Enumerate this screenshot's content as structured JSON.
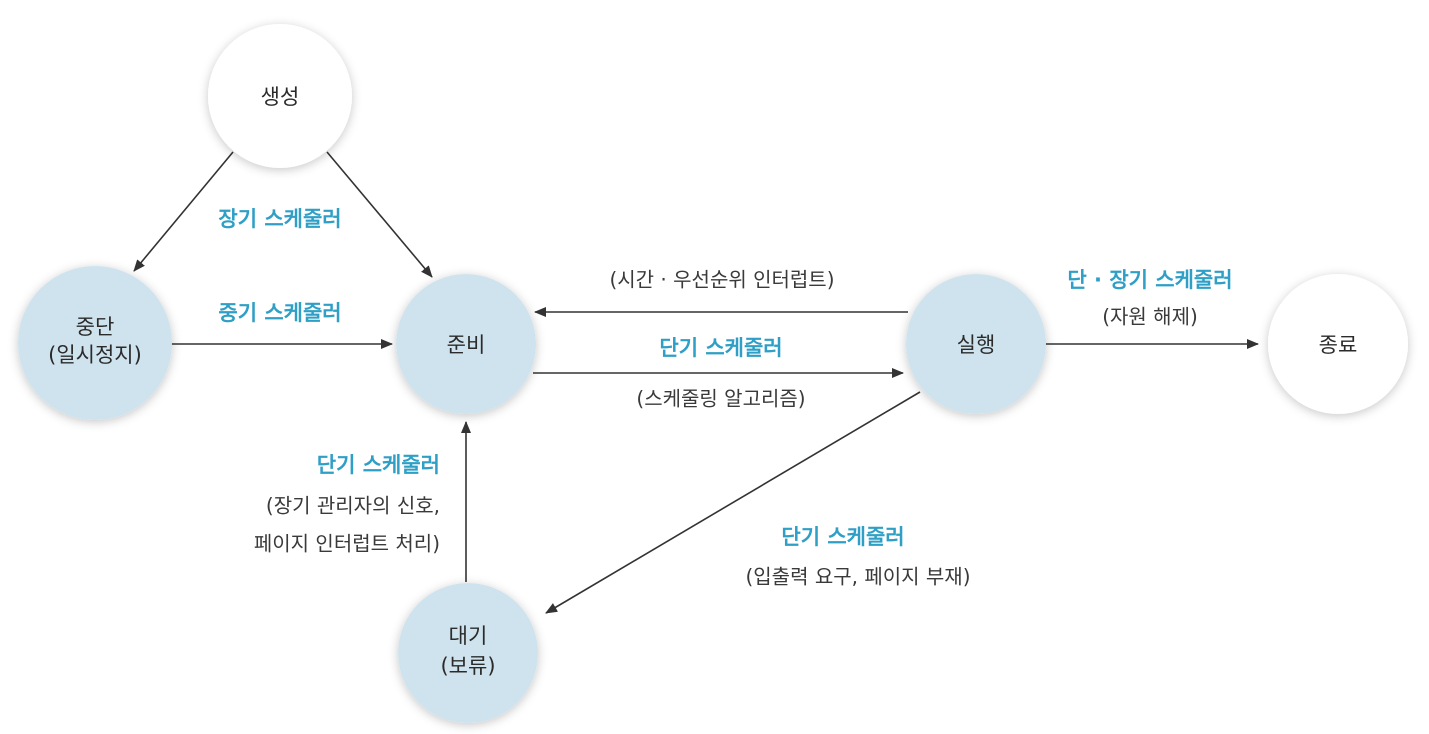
{
  "colors": {
    "accent": "#2f9fc6",
    "state_fill": "#cfe3ee",
    "state_white": "#ffffff",
    "line": "#333333",
    "text": "#2b2b2b"
  },
  "states": {
    "create": {
      "label": "생성"
    },
    "suspend": {
      "line1": "중단",
      "line2": "(일시정지)"
    },
    "ready": {
      "label": "준비"
    },
    "running": {
      "label": "실행"
    },
    "exit": {
      "label": "종료"
    },
    "blocked": {
      "line1": "대기",
      "line2": "(보류)"
    }
  },
  "transitions": {
    "create_to_ready_and_suspend": {
      "scheduler": "장기 스케줄러"
    },
    "suspend_to_ready": {
      "scheduler": "중기 스케줄러"
    },
    "running_to_ready": {
      "desc": "(시간 · 우선순위 인터럽트)"
    },
    "ready_to_running": {
      "scheduler": "단기 스케줄러",
      "desc": "(스케줄링 알고리즘)"
    },
    "running_to_exit": {
      "scheduler": "단 · 장기 스케줄러",
      "desc": "(자원 해제)"
    },
    "blocked_to_ready": {
      "scheduler": "단기 스케줄러",
      "desc_line1": "(장기 관리자의 신호,",
      "desc_line2": "페이지 인터럽트 처리)"
    },
    "running_to_blocked": {
      "scheduler": "단기 스케줄러",
      "desc": "(입출력 요구, 페이지 부재)"
    }
  }
}
